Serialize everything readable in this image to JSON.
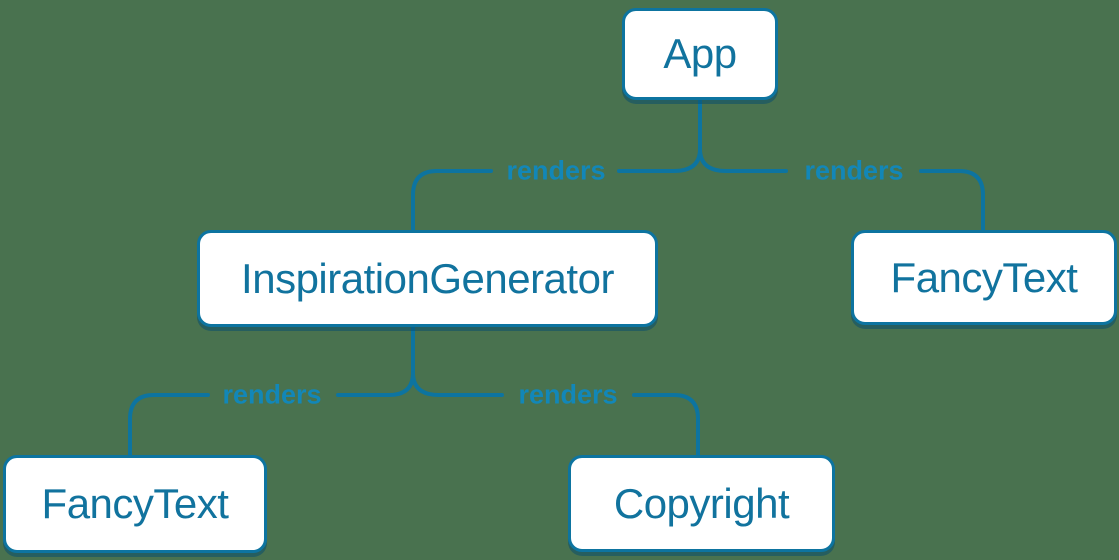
{
  "colors": {
    "background": "#49724f",
    "line": "#0d74a0",
    "node_border": "#0d74a0",
    "node_fill": "#ffffff",
    "node_text": "#11739e",
    "edge_label_text": "#1287b8"
  },
  "diagram": {
    "type": "component-render-tree",
    "nodes": [
      {
        "id": "app",
        "label": "App"
      },
      {
        "id": "inspiration-generator",
        "label": "InspirationGenerator"
      },
      {
        "id": "fancy-text-top",
        "label": "FancyText"
      },
      {
        "id": "fancy-text-bottom",
        "label": "FancyText"
      },
      {
        "id": "copyright",
        "label": "Copyright"
      }
    ],
    "edges": [
      {
        "from": "App",
        "to": "InspirationGenerator",
        "label": "renders"
      },
      {
        "from": "App",
        "to": "FancyText",
        "label": "renders"
      },
      {
        "from": "InspirationGenerator",
        "to": "FancyText",
        "label": "renders"
      },
      {
        "from": "InspirationGenerator",
        "to": "Copyright",
        "label": "renders"
      }
    ]
  }
}
